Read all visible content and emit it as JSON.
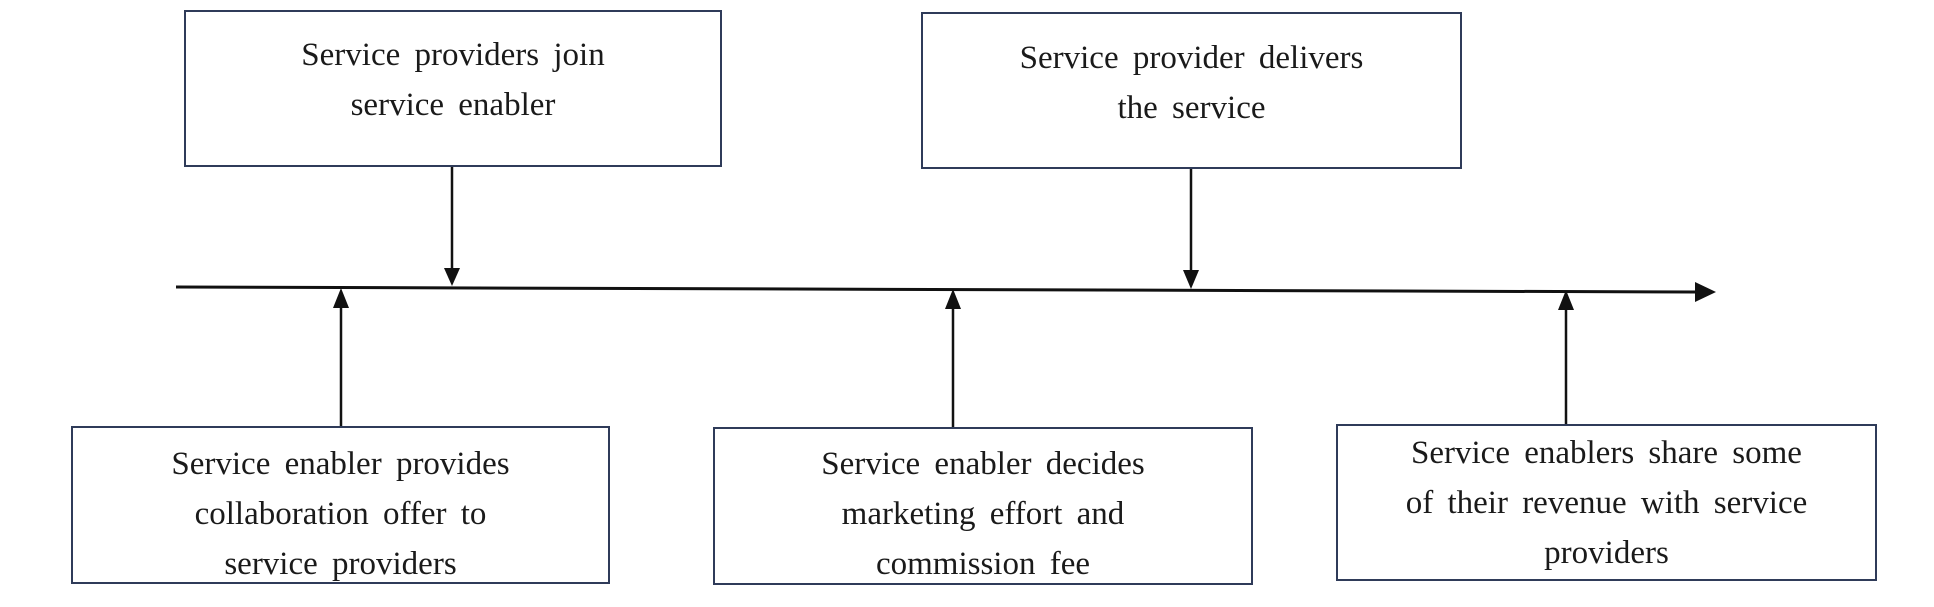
{
  "diagram": {
    "top_events": [
      "Service providers join\nservice enabler",
      "Service provider delivers\nthe service"
    ],
    "bottom_events": [
      "Service enabler provides\ncollaboration offer to\nservice providers",
      "Service enabler decides\nmarketing effort and\ncommission fee",
      "Service enablers share some\nof their revenue with service\nproviders"
    ],
    "colors": {
      "box_border": "#2f3b59",
      "line": "#111111",
      "text": "#1a1a1a"
    }
  }
}
